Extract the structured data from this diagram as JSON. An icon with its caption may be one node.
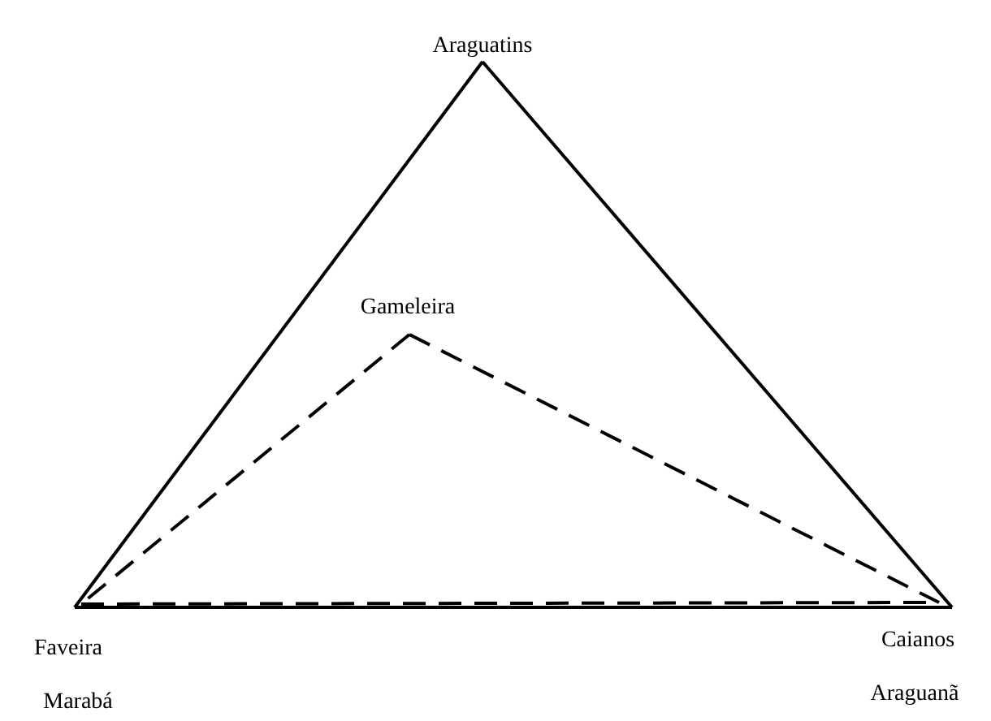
{
  "diagram": {
    "nodes": [
      {
        "text": [
          "Araguatins"
        ]
      },
      {
        "text": [
          "Gameleira"
        ]
      },
      {
        "text": [
          "Faveira"
        ]
      },
      {
        "text": [
          "Caianos"
        ]
      }
    ],
    "edges": [
      {
        "from": 0,
        "to": 2,
        "arrow": "none"
      },
      {
        "from": 0,
        "to": 3,
        "arrow": "none"
      },
      {
        "from": 2,
        "to": 3,
        "arrow": "none"
      },
      {
        "from": 1,
        "to": 2,
        "arrow": "none",
        "style": "dashed"
      },
      {
        "from": 1,
        "to": 3,
        "arrow": "none",
        "style": "dashed"
      },
      {
        "from": 2,
        "to": 3,
        "arrow": "none",
        "style": "dashed"
      }
    ],
    "labels": [
      "Marabá",
      "Araguanã"
    ]
  }
}
